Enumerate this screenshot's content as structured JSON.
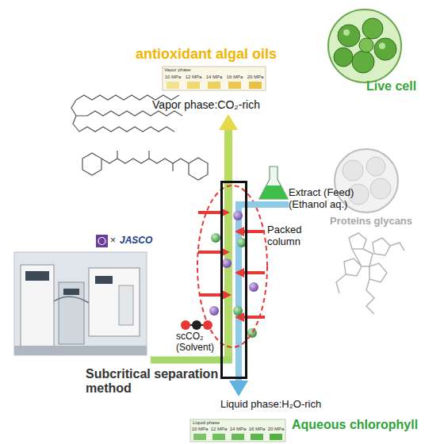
{
  "diagram": {
    "nodes": [
      {
        "text": [
          "antioxidant algal oils",
          "Vapor phase:CO₂-rich"
        ]
      },
      {
        "text": [
          "Extract (Feed) (Ethanol aq.)"
        ]
      },
      {
        "text": [
          "Packed column"
        ]
      },
      {
        "text": [
          "scCO₂ (Solvent)"
        ]
      },
      {
        "text": [
          "Liquid phase:H₂O-rich",
          "Aqueous chlorophyll"
        ]
      }
    ],
    "edges": [
      {
        "from": 3,
        "to": 2,
        "arrow": "none"
      },
      {
        "from": 2,
        "to": 0,
        "arrow": "to"
      },
      {
        "from": 1,
        "to": 2,
        "arrow": "none"
      },
      {
        "from": 2,
        "to": 4,
        "arrow": "to"
      }
    ],
    "labels": [
      "Vapor phase",
      "10 MPa",
      "12 MPa",
      "14 MPa",
      "16 MPa",
      "20 MPa",
      "Live cell",
      "Proteins glycans",
      "×",
      "JASCO",
      "Subcritical separation method",
      "Liquid phase",
      "10 MPa",
      "12 MPa",
      "14 MPa",
      "16 MPa",
      "20 MPa"
    ]
  }
}
